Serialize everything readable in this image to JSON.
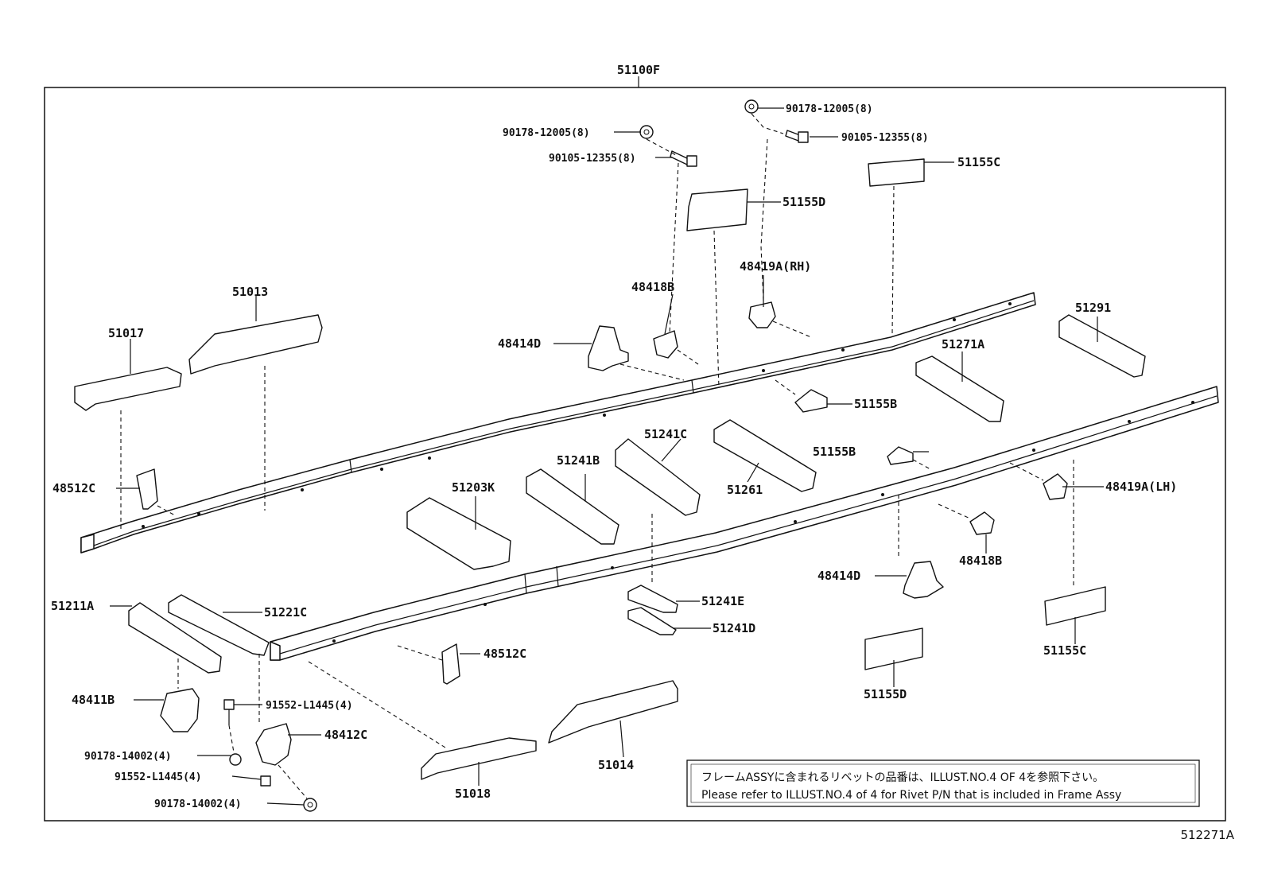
{
  "assembly_label": "51100F",
  "figure_code": "512271A",
  "note": {
    "jp": "フレームASSYに含まれるリベットの品番は、ILLUST.NO.4 OF 4を参照下さい。",
    "en": "Please refer to ILLUST.NO.4 of 4 for Rivet P/N that is included in Frame Assy"
  },
  "labels": {
    "p90178_12005_a": "90178-12005(8)",
    "p90105_12355_a": "90105-12355(8)",
    "p90178_12005_b": "90178-12005(8)",
    "p90105_12355_b": "90105-12355(8)",
    "p51155C_top": "51155C",
    "p51155D_top": "51155D",
    "p48419A_rh": "48419A(RH)",
    "p48418B_top": "48418B",
    "p48414D_top": "48414D",
    "p51013": "51013",
    "p51017": "51017",
    "p51291": "51291",
    "p51271A": "51271A",
    "p51155B_a": "51155B",
    "p51155B_b": "51155B",
    "p51241C": "51241C",
    "p51241B": "51241B",
    "p51261": "51261",
    "p51203K": "51203K",
    "p48512C_top": "48512C",
    "p48419A_lh": "48419A(LH)",
    "p48418B_bot": "48418B",
    "p48414D_bot": "48414D",
    "p51241E": "51241E",
    "p51241D": "51241D",
    "p51211A": "51211A",
    "p51221C": "51221C",
    "p48512C_bot": "48512C",
    "p51155C_bot": "51155C",
    "p51155D_bot": "51155D",
    "p48411B": "48411B",
    "p91552_L1445_a": "91552-L1445(4)",
    "p48412C": "48412C",
    "p90178_14002_a": "90178-14002(4)",
    "p91552_L1445_b": "91552-L1445(4)",
    "p90178_14002_b": "90178-14002(4)",
    "p51014": "51014",
    "p51018": "51018"
  }
}
